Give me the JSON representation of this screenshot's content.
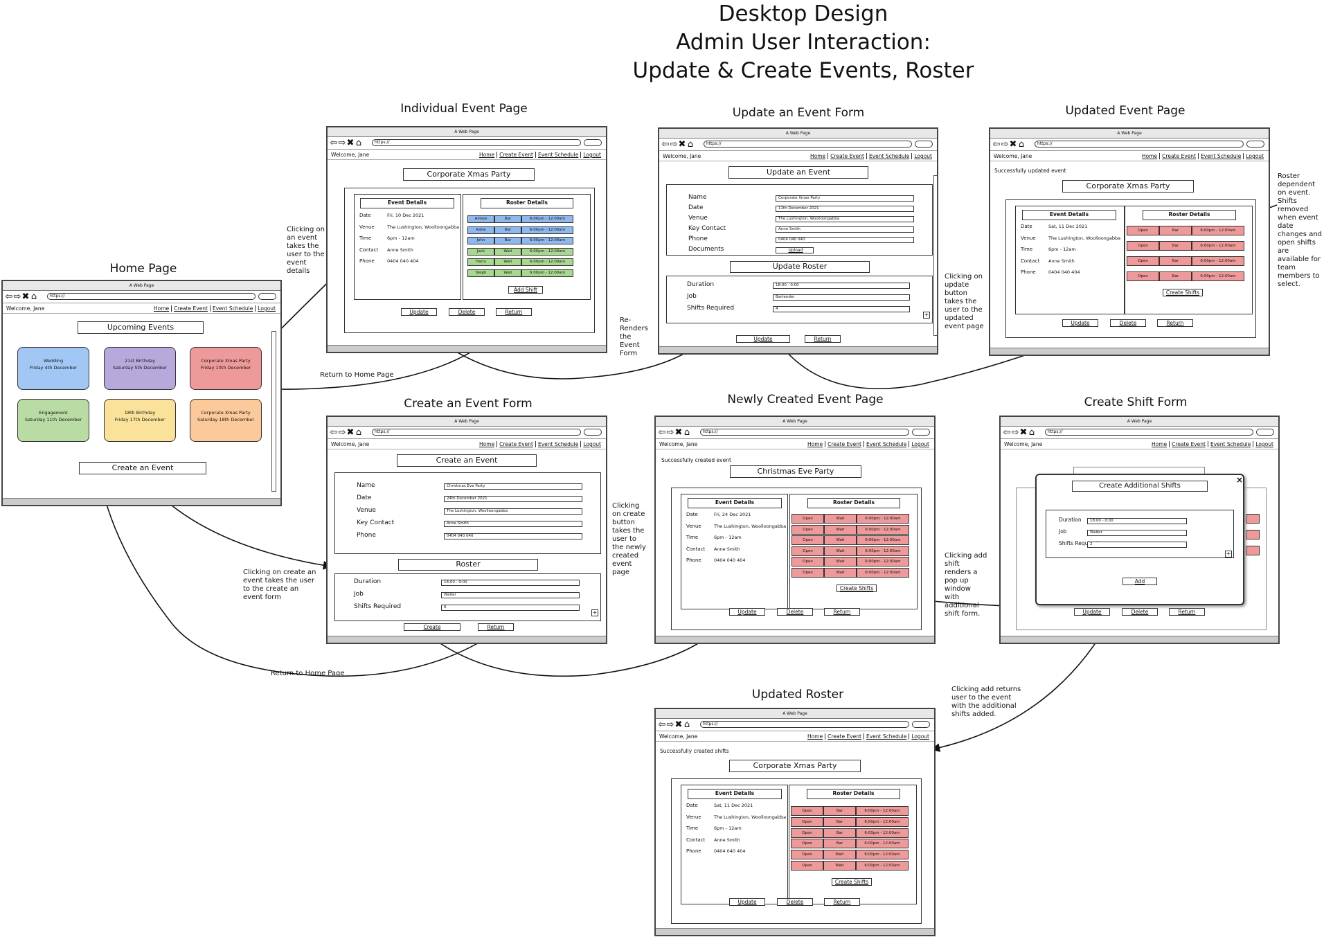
{
  "title": [
    "Desktop Design",
    "Admin User Interaction:",
    "Update & Create Events, Roster"
  ],
  "browser": {
    "window": "A Web Page",
    "url": "https://",
    "welcome": "Welcome, Jane",
    "nav": [
      "Home",
      "Create Event",
      "Event Schedule",
      "Logout"
    ]
  },
  "home": {
    "title": "Home Page",
    "upcoming": "Upcoming Events",
    "create": "Create an Event",
    "cards": [
      {
        "name": "Wedding",
        "date": "Friday 4th December",
        "color": "#a3c7f5"
      },
      {
        "name": "21st Birthday",
        "date": "Saturday 5th December",
        "color": "#b8a9dc"
      },
      {
        "name": "Corporate Xmas Party",
        "date": "Friday 10th December",
        "color": "#ef9a9a"
      },
      {
        "name": "Engagement",
        "date": "Saturday 11th December",
        "color": "#b9dca4"
      },
      {
        "name": "18th Birthday",
        "date": "Friday 17th December",
        "color": "#fbe29b"
      },
      {
        "name": "Corporate Xmas Party",
        "date": "Saturday 18th December",
        "color": "#fbc99a"
      }
    ]
  },
  "individual": {
    "title": "Individual Event Page",
    "event": "Corporate Xmas Party",
    "details_h": "Event Details",
    "roster_h": "Roster Details",
    "details": [
      [
        "Date",
        "Fri, 10 Dec 2021"
      ],
      [
        "Venue",
        "The Lushington, Woolloongabba"
      ],
      [
        "Time",
        "6pm - 12am"
      ],
      [
        "Contact",
        "Anne Smith"
      ],
      [
        "Phone",
        "0404 040 404"
      ]
    ],
    "roster": [
      {
        "n": "Aimee",
        "j": "Bar",
        "t": "6:00pm - 12:00am",
        "c": "#8fb8ee"
      },
      {
        "n": "Katie",
        "j": "Bar",
        "t": "6:00pm - 12:00am",
        "c": "#8fb8ee"
      },
      {
        "n": "John",
        "j": "Bar",
        "t": "6:00pm - 12:00am",
        "c": "#8fb8ee"
      },
      {
        "n": "Jack",
        "j": "Wait",
        "t": "6:00pm - 12:00am",
        "c": "#a8d890"
      },
      {
        "n": "Harry",
        "j": "Wait",
        "t": "6:00pm - 12:00am",
        "c": "#a8d890"
      },
      {
        "n": "Steph",
        "j": "Wait",
        "t": "6:00pm - 12:00am",
        "c": "#a8d890"
      }
    ],
    "add_shift": "Add Shift",
    "buttons": [
      "Update",
      "Delete",
      "Return"
    ]
  },
  "update_form": {
    "title": "Update an Event Form",
    "heading": "Update an Event",
    "fields": [
      [
        "Name",
        "Corporate Xmas Party"
      ],
      [
        "Date",
        "11th December 2021"
      ],
      [
        "Venue",
        "The Lushington, Woolloongabba"
      ],
      [
        "Key Contact",
        "Anne Smith"
      ],
      [
        "Phone",
        "0404 040 040"
      ],
      [
        "Documents",
        "Upload"
      ]
    ],
    "roster_h": "Update Roster",
    "roster": [
      [
        "Duration",
        "18:00 - 0:00"
      ],
      [
        "Job",
        "Bartender"
      ],
      [
        "Shifts Required",
        "4"
      ]
    ],
    "buttons": [
      "Update",
      "Return"
    ]
  },
  "updated": {
    "title": "Updated Event Page",
    "msg": "Successfully updated event",
    "event": "Corporate Xmas Party",
    "details_h": "Event Details",
    "roster_h": "Roster Details",
    "details": [
      [
        "Date",
        "Sat, 11 Dec 2021"
      ],
      [
        "Venue",
        "The Lushington, Woolloongabba"
      ],
      [
        "Time",
        "6pm - 12am"
      ],
      [
        "Contact",
        "Anne Smith"
      ],
      [
        "Phone",
        "0404 040 404"
      ]
    ],
    "roster": [
      [
        "Open",
        "Bar",
        "6:00pm - 12:00am"
      ],
      [
        "Open",
        "Bar",
        "6:00pm - 12:00am"
      ],
      [
        "Open",
        "Bar",
        "6:00pm - 12:00am"
      ],
      [
        "Open",
        "Bar",
        "6:00pm - 12:00am"
      ]
    ],
    "create_shifts": "Create Shifts",
    "buttons": [
      "Update",
      "Delete",
      "Return"
    ]
  },
  "create_form": {
    "title": "Create an Event Form",
    "heading": "Create an Event",
    "fields": [
      [
        "Name",
        "Christmas Eve Party"
      ],
      [
        "Date",
        "24th December 2021"
      ],
      [
        "Venue",
        "The Lushington, Woolloongabba"
      ],
      [
        "Key Contact",
        "Anne Smith"
      ],
      [
        "Phone",
        "0404 040 040"
      ]
    ],
    "roster_h": "Roster",
    "roster": [
      [
        "Duration",
        "18:00 - 0:00"
      ],
      [
        "Job",
        "Waiter"
      ],
      [
        "Shifts Required",
        "6"
      ]
    ],
    "buttons": [
      "Create",
      "Return"
    ]
  },
  "newly": {
    "title": "Newly Created Event Page",
    "msg": "Successfully created event",
    "event": "Christmas Eve Party",
    "details_h": "Event Details",
    "roster_h": "Roster Details",
    "details": [
      [
        "Date",
        "Fri, 24 Dec 2021"
      ],
      [
        "Venue",
        "The Lushington, Woolloongabba"
      ],
      [
        "Time",
        "6pm - 12am"
      ],
      [
        "Contact",
        "Anne Smith"
      ],
      [
        "Phone",
        "0404 040 404"
      ]
    ],
    "roster": [
      [
        "Open",
        "Wait",
        "6:00pm - 12:00am"
      ],
      [
        "Open",
        "Wait",
        "6:00pm - 12:00am"
      ],
      [
        "Open",
        "Wait",
        "6:00pm - 12:00am"
      ],
      [
        "Open",
        "Wait",
        "6:00pm - 12:00am"
      ],
      [
        "Open",
        "Wait",
        "6:00pm - 12:00am"
      ],
      [
        "Open",
        "Wait",
        "6:00pm - 12:00am"
      ]
    ],
    "create_shifts": "Create Shifts",
    "buttons": [
      "Update",
      "Delete",
      "Return"
    ]
  },
  "shift_form": {
    "title": "Create Shift Form",
    "heading": "Create Additional Shifts",
    "fields": [
      [
        "Duration",
        "18:00 - 0:00"
      ],
      [
        "Job",
        "Waiter"
      ],
      [
        "Shifts Required",
        "2"
      ]
    ],
    "add": "Add",
    "close": "×",
    "buttons": [
      "Update",
      "Delete",
      "Return"
    ]
  },
  "updated_roster": {
    "title": "Updated Roster",
    "msg": "Successfully created shifts",
    "event": "Corporate Xmas Party",
    "details_h": "Event Details",
    "roster_h": "Roster Details",
    "details": [
      [
        "Date",
        "Sat, 11 Dec 2021"
      ],
      [
        "Venue",
        "The Lushington, Woolloongabba"
      ],
      [
        "Time",
        "6pm - 12am"
      ],
      [
        "Contact",
        "Anne Smith"
      ],
      [
        "Phone",
        "0404 040 404"
      ]
    ],
    "roster": [
      [
        "Open",
        "Bar",
        "6:00pm - 12:00am"
      ],
      [
        "Open",
        "Bar",
        "6:00pm - 12:00am"
      ],
      [
        "Open",
        "Bar",
        "6:00pm - 12:00am"
      ],
      [
        "Open",
        "Bar",
        "6:00pm - 12:00am"
      ],
      [
        "Open",
        "Wait",
        "6:00pm - 12:00am"
      ],
      [
        "Open",
        "Wait",
        "6:00pm - 12:00am"
      ]
    ],
    "create_shifts": "Create Shifts",
    "buttons": [
      "Update",
      "Delete",
      "Return"
    ]
  },
  "notes": {
    "n1": "Clicking on an event takes the user to the event details",
    "n2": "Return to Home Page",
    "n3": "Re-Renders the Event Form",
    "n4": "Clicking on update button takes the user to the updated event page",
    "n5": "Roster dependent on event. Shifts removed when event date changes and open shifts are available for team members to select.",
    "n6": "Clicking on create an event takes the user to the create an event form",
    "n7": "Clicking on create button takes the user to the newly created event page",
    "n8": "Clicking add shift renders a pop up window with additional shift form.",
    "n9": "Return to Home Page",
    "n10": "Clicking add returns user to the event with the additional shifts added."
  },
  "colors": {
    "open": "#ef9a9a"
  }
}
